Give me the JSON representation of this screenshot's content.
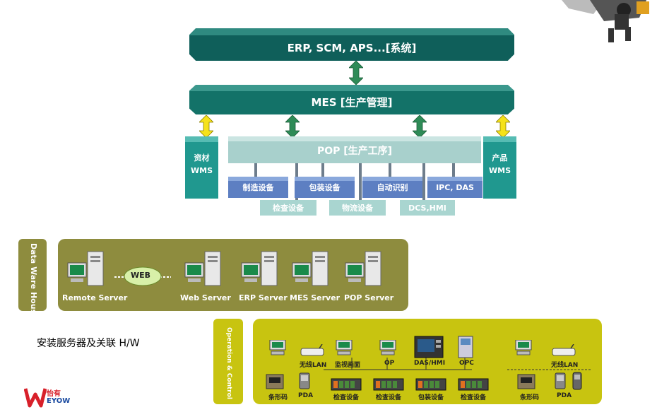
{
  "layers": {
    "erp": "ERP, SCM, APS...[系统]",
    "mes": "MES [生产管理]",
    "pop": "POP [生产工序]",
    "left_side": {
      "line1": "资材",
      "line2": "WMS"
    },
    "right_side": {
      "line1": "产品",
      "line2": "WMS"
    }
  },
  "devices_top": [
    "制造设备",
    "包装设备",
    "自动识别",
    "IPC, DAS"
  ],
  "devices_bottom": [
    "检查设备",
    "物流设备",
    "DCS,HMI"
  ],
  "data_warehouse": {
    "label": "Data Ware House",
    "cloud": "WEB",
    "servers": [
      "Remote Server",
      "Web Server",
      "ERP Server",
      "MES Server",
      "POP Server"
    ]
  },
  "operation": {
    "label": "Operation & Control",
    "top_labels": [
      "无线LAN",
      "监视画面",
      "OP",
      "DAS/HMI",
      "OPC",
      "无线LAN"
    ],
    "bottom_labels": [
      "条形码",
      "PDA",
      "检查设备",
      "检查设备",
      "包装设备",
      "检查设备",
      "条形码",
      "PDA"
    ]
  },
  "note": "安装服务器及关联 H/W",
  "logo": {
    "cn": "怡有",
    "en": "EYOW"
  },
  "colors": {
    "erp": "#0f5f5a",
    "mes": "#137268",
    "pop": "#a8d0cc",
    "device": "#5d7fc2",
    "arrow_green": "#2e8b57",
    "arrow_yellow": "#f5e21a",
    "dw_panel": "#8e8c3e",
    "oc_panel": "#c8c410"
  }
}
